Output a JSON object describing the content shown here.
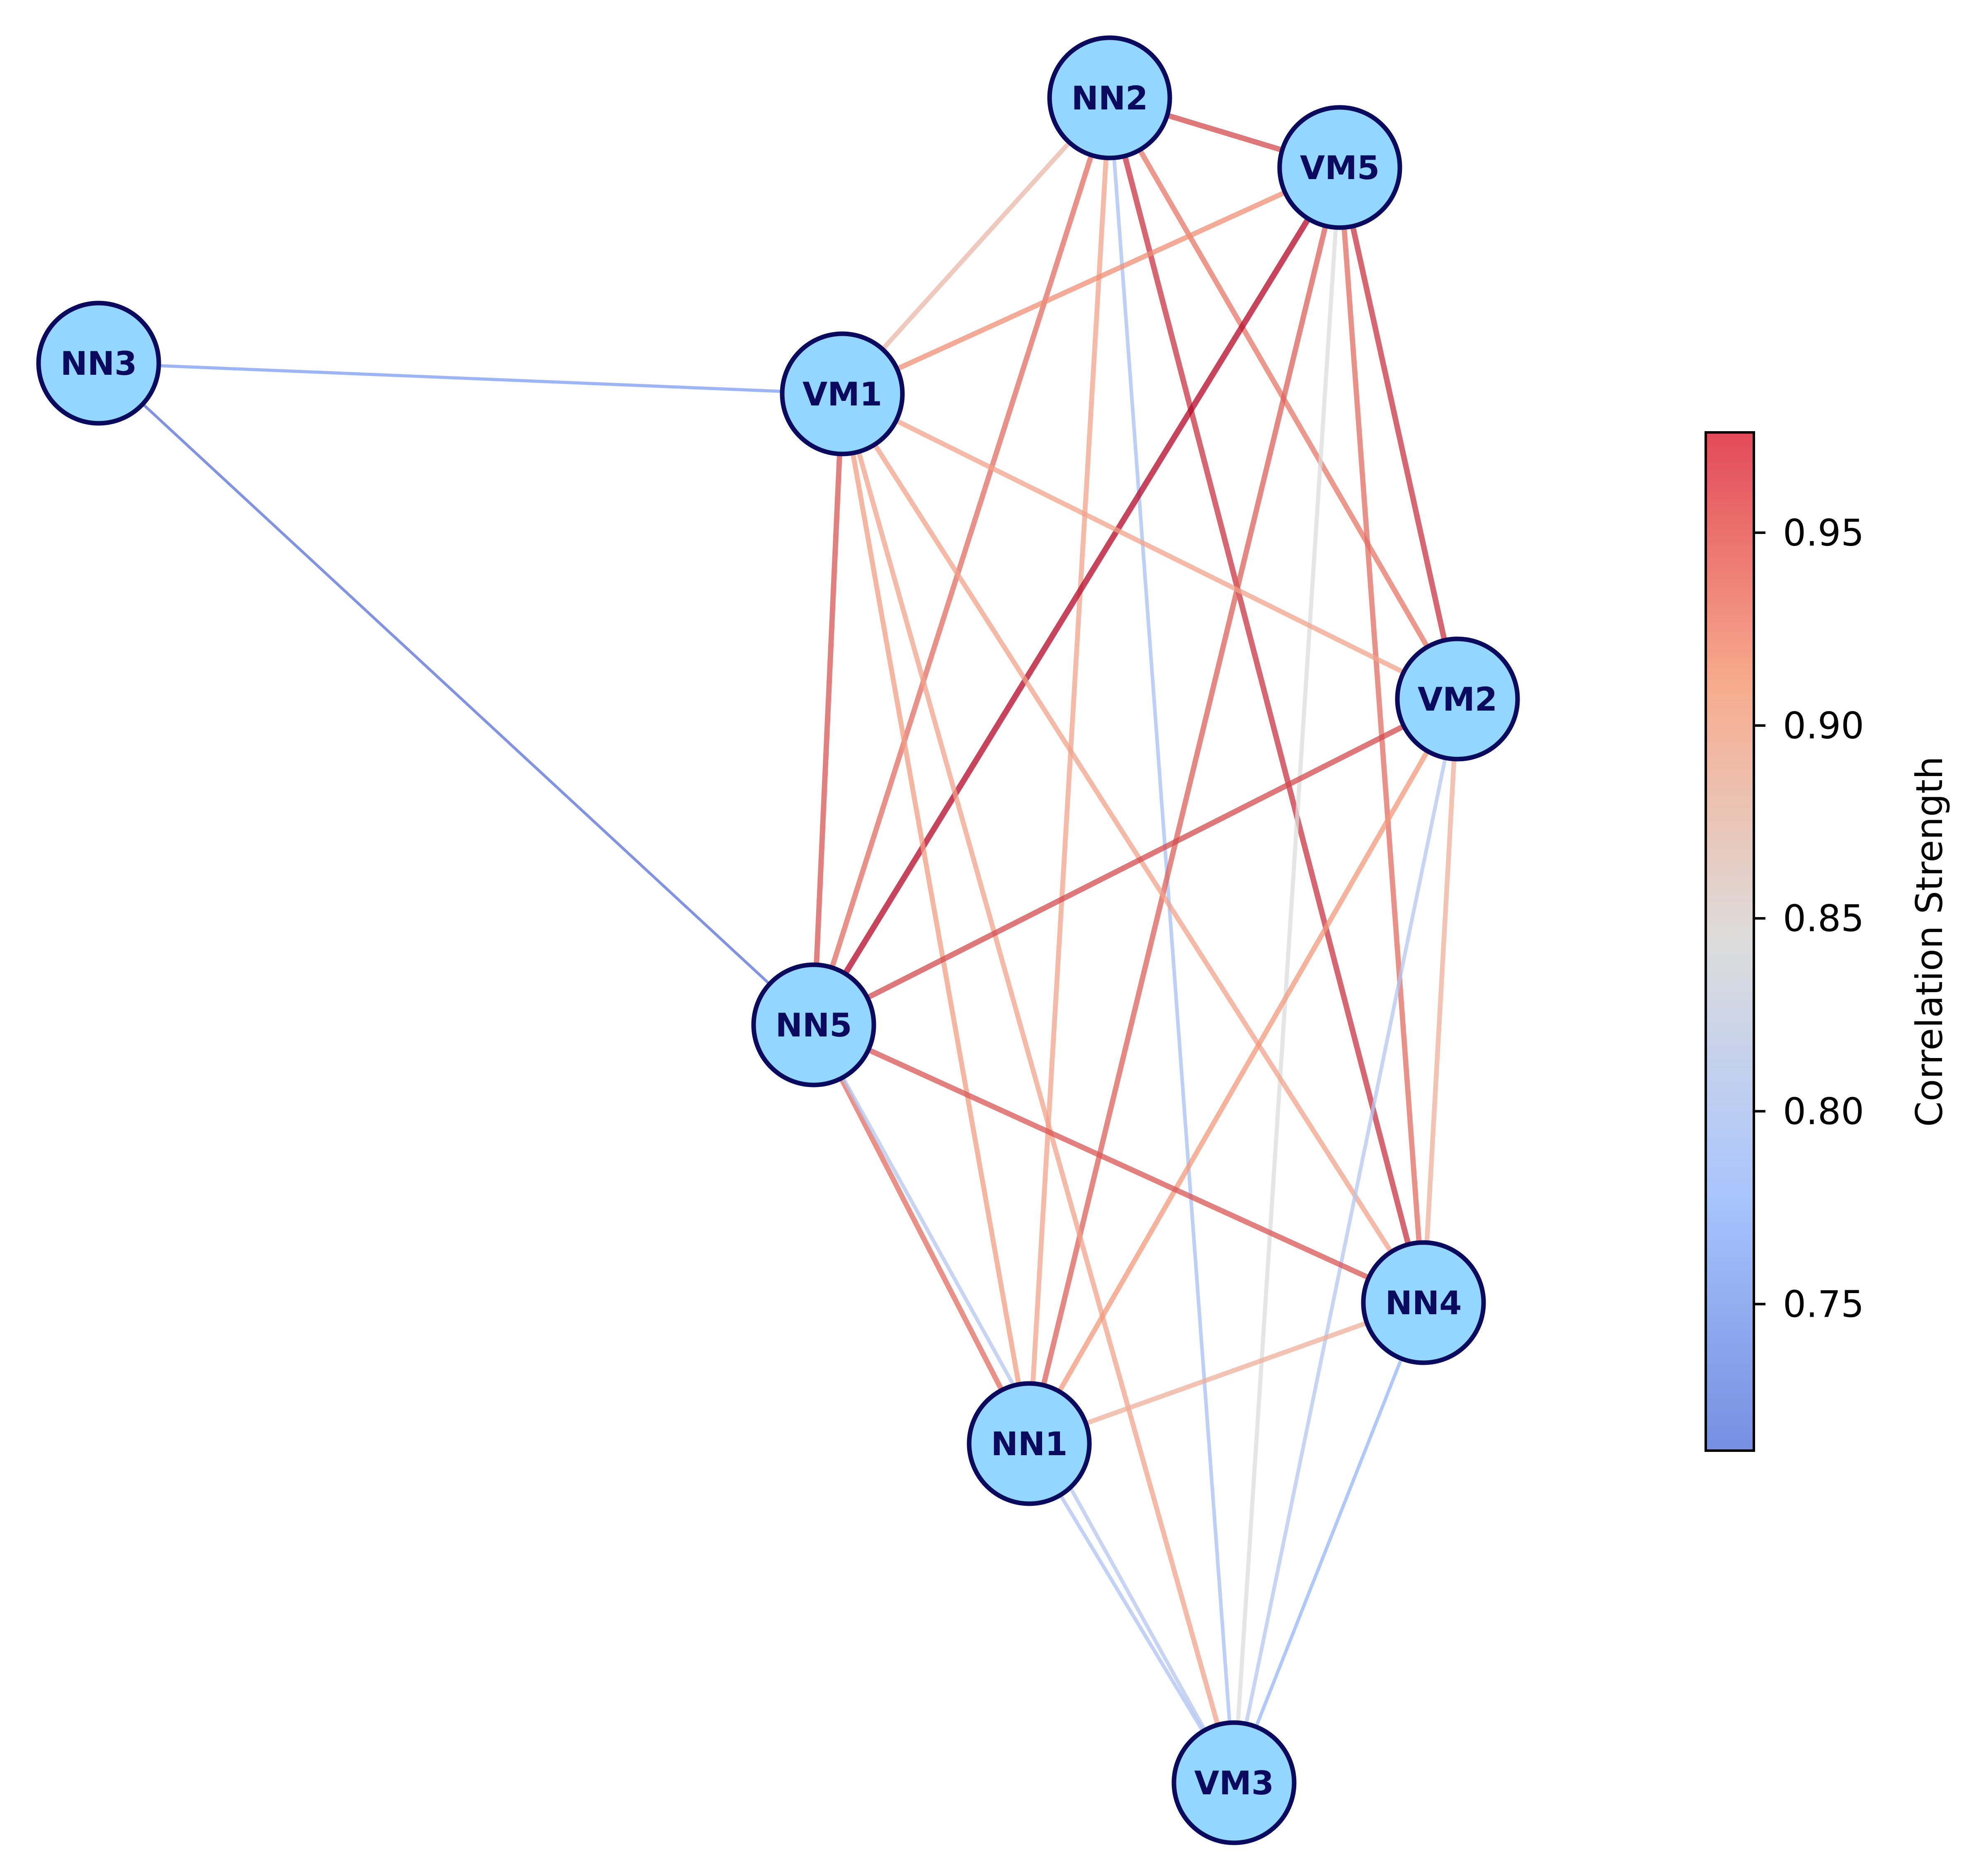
{
  "colors": {
    "node_fill": "#93d6ff",
    "node_stroke": "#0a0a5e",
    "label_color": "#0a0a5e",
    "colormap": "coolwarm"
  },
  "nodes": [
    {
      "id": "NN2",
      "label": "NN2"
    },
    {
      "id": "VM5",
      "label": "VM5"
    },
    {
      "id": "NN3",
      "label": "NN3"
    },
    {
      "id": "VM1",
      "label": "VM1"
    },
    {
      "id": "VM2",
      "label": "VM2"
    },
    {
      "id": "NN5",
      "label": "NN5"
    },
    {
      "id": "NN4",
      "label": "NN4"
    },
    {
      "id": "NN1",
      "label": "NN1"
    },
    {
      "id": "VM3",
      "label": "VM3"
    }
  ],
  "edges": [
    {
      "source": "NN3",
      "target": "VM1",
      "weight": 0.765
    },
    {
      "source": "NN3",
      "target": "NN5",
      "weight": 0.735
    },
    {
      "source": "NN2",
      "target": "VM5",
      "weight": 0.945
    },
    {
      "source": "NN2",
      "target": "VM1",
      "weight": 0.88
    },
    {
      "source": "NN2",
      "target": "NN5",
      "weight": 0.93
    },
    {
      "source": "NN2",
      "target": "NN1",
      "weight": 0.9
    },
    {
      "source": "NN2",
      "target": "VM3",
      "weight": 0.8
    },
    {
      "source": "NN2",
      "target": "NN4",
      "weight": 0.955
    },
    {
      "source": "NN2",
      "target": "VM2",
      "weight": 0.925
    },
    {
      "source": "VM5",
      "target": "VM1",
      "weight": 0.915
    },
    {
      "source": "VM5",
      "target": "NN5",
      "weight": 0.975
    },
    {
      "source": "VM5",
      "target": "NN1",
      "weight": 0.935
    },
    {
      "source": "VM5",
      "target": "VM3",
      "weight": 0.845
    },
    {
      "source": "VM5",
      "target": "NN4",
      "weight": 0.93
    },
    {
      "source": "VM5",
      "target": "VM2",
      "weight": 0.955
    },
    {
      "source": "VM1",
      "target": "NN5",
      "weight": 0.94
    },
    {
      "source": "VM1",
      "target": "VM2",
      "weight": 0.9
    },
    {
      "source": "VM1",
      "target": "NN1",
      "weight": 0.905
    },
    {
      "source": "VM1",
      "target": "VM3",
      "weight": 0.9
    },
    {
      "source": "VM1",
      "target": "NN4",
      "weight": 0.9
    },
    {
      "source": "VM2",
      "target": "NN5",
      "weight": 0.945
    },
    {
      "source": "VM2",
      "target": "NN1",
      "weight": 0.91
    },
    {
      "source": "VM2",
      "target": "VM3",
      "weight": 0.81
    },
    {
      "source": "VM2",
      "target": "NN4",
      "weight": 0.89
    },
    {
      "source": "NN5",
      "target": "NN4",
      "weight": 0.94
    },
    {
      "source": "NN5",
      "target": "NN1",
      "weight": 0.93
    },
    {
      "source": "NN5",
      "target": "VM3",
      "weight": 0.81
    },
    {
      "source": "NN4",
      "target": "NN1",
      "weight": 0.89
    },
    {
      "source": "NN4",
      "target": "VM3",
      "weight": 0.785
    },
    {
      "source": "NN1",
      "target": "VM3",
      "weight": 0.805
    }
  ],
  "colorbar": {
    "label": "Correlation Strength",
    "min": 0.712,
    "max": 0.976,
    "ticks": [
      {
        "value": 0.75,
        "label": "0.75"
      },
      {
        "value": 0.8,
        "label": "0.80"
      },
      {
        "value": 0.85,
        "label": "0.85"
      },
      {
        "value": 0.9,
        "label": "0.90"
      },
      {
        "value": 0.95,
        "label": "0.95"
      }
    ]
  }
}
